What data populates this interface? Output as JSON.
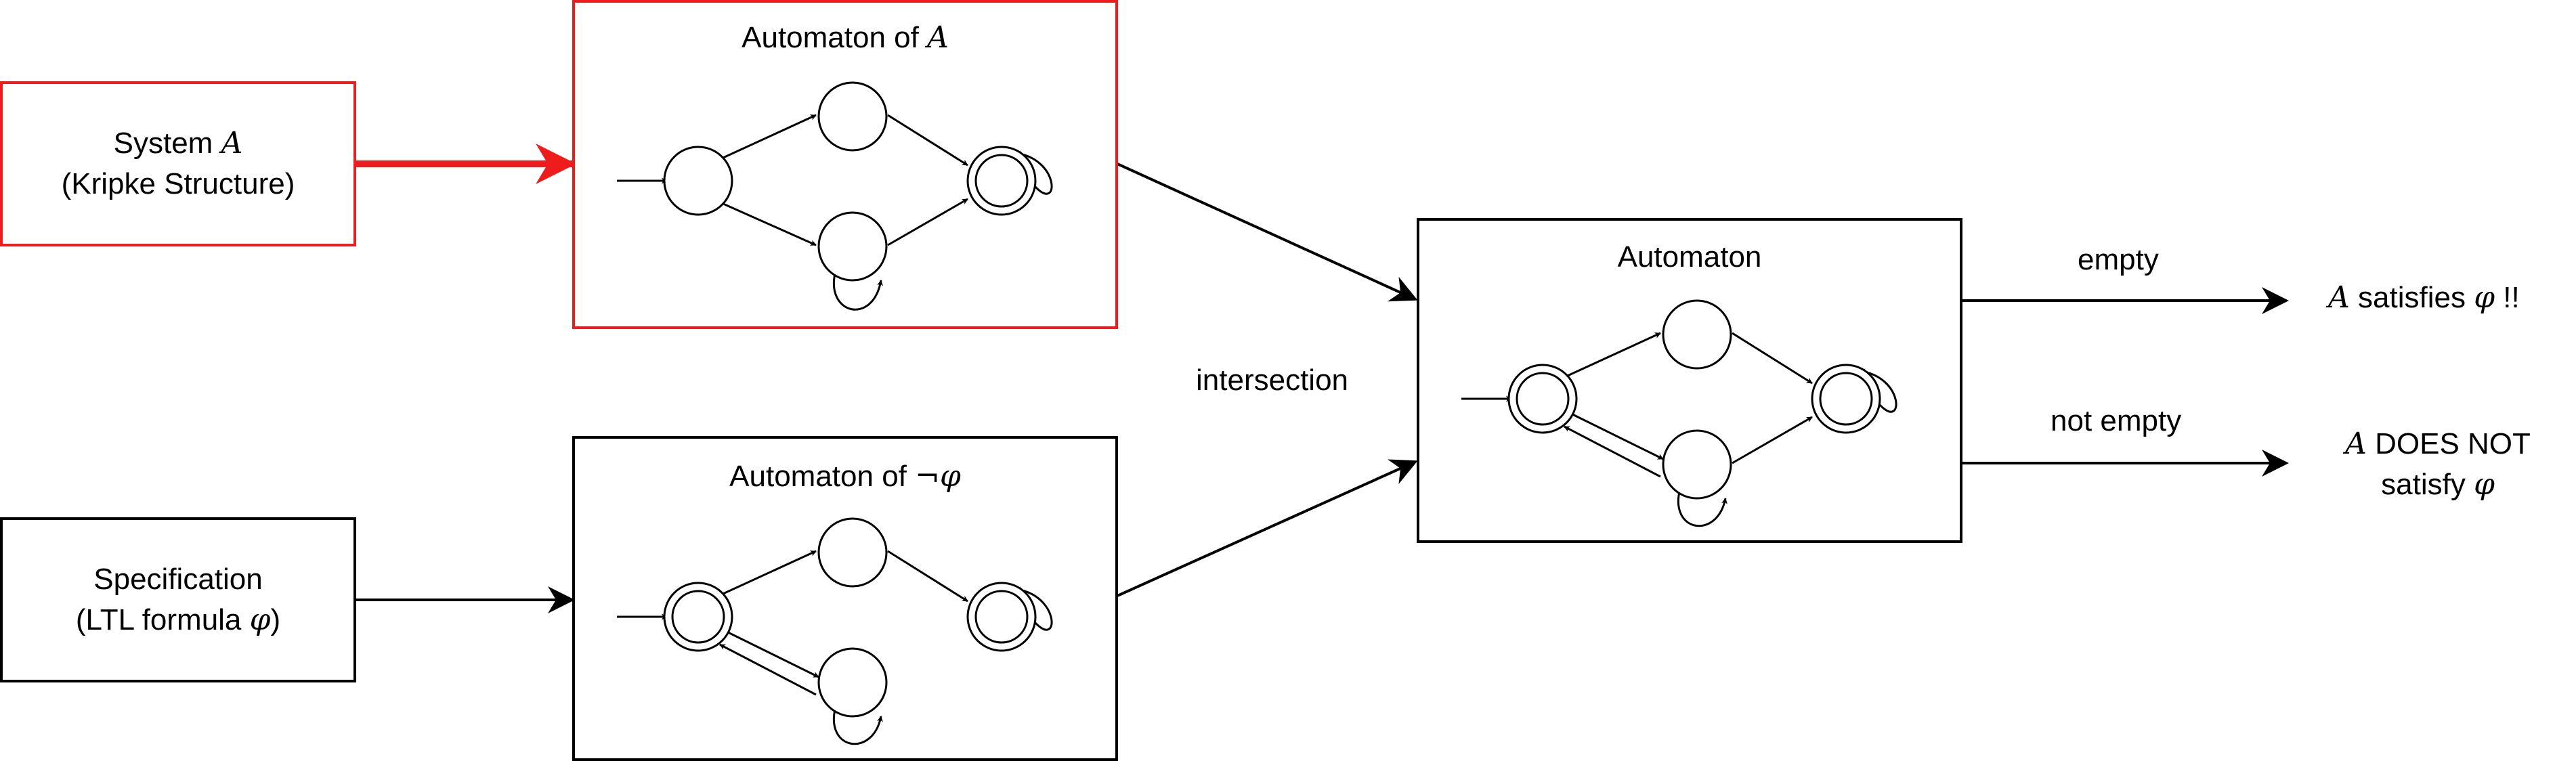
{
  "system_box": {
    "line1_prefix": "System",
    "line1_symbol": "A",
    "line2": "(Kripke Structure)"
  },
  "spec_box": {
    "line1": "Specification",
    "line2_prefix": "(LTL formula",
    "line2_symbol": "φ",
    "line2_suffix": ")"
  },
  "automaton_a": {
    "title_prefix": "Automaton of",
    "title_symbol": "A"
  },
  "automaton_phi": {
    "title_prefix": "Automaton of",
    "title_symbol": "¬φ"
  },
  "product_automaton": {
    "title": "Automaton"
  },
  "intersection_label": "intersection",
  "edge_empty": "empty",
  "edge_not_empty": "not empty",
  "result_satisfies": {
    "symbol": "A",
    "text": "satisfies",
    "phi": "φ",
    "suffix": "!!"
  },
  "result_not_satisfies": {
    "symbol": "A",
    "text": "DOES NOT",
    "line2": "satisfy",
    "phi": "φ"
  },
  "colors": {
    "highlight": "#ee1c1c",
    "stroke": "#000000"
  }
}
